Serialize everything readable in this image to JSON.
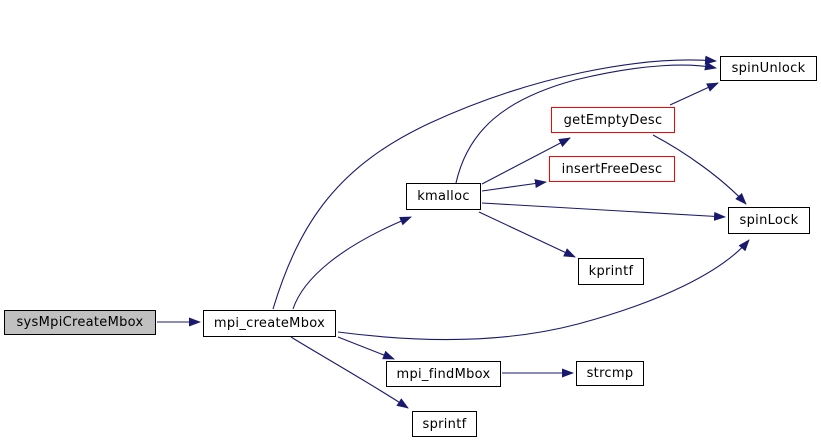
{
  "diagram": {
    "type": "call-graph",
    "background_color": "#ffffff",
    "edge_color": "#191970",
    "nodes": [
      {
        "id": "sysMpiCreateMbox",
        "label": "sysMpiCreateMbox",
        "fill": "#c0c0c0",
        "border": "#000000"
      },
      {
        "id": "mpi_createMbox",
        "label": "mpi_createMbox",
        "fill": "#ffffff",
        "border": "#000000"
      },
      {
        "id": "kmalloc",
        "label": "kmalloc",
        "fill": "#ffffff",
        "border": "#000000"
      },
      {
        "id": "getEmptyDesc",
        "label": "getEmptyDesc",
        "fill": "#ffffff",
        "border": "#ff0000"
      },
      {
        "id": "insertFreeDesc",
        "label": "insertFreeDesc",
        "fill": "#ffffff",
        "border": "#ff0000"
      },
      {
        "id": "spinUnlock",
        "label": "spinUnlock",
        "fill": "#ffffff",
        "border": "#000000"
      },
      {
        "id": "spinLock",
        "label": "spinLock",
        "fill": "#ffffff",
        "border": "#000000"
      },
      {
        "id": "kprintf",
        "label": "kprintf",
        "fill": "#ffffff",
        "border": "#000000"
      },
      {
        "id": "mpi_findMbox",
        "label": "mpi_findMbox",
        "fill": "#ffffff",
        "border": "#000000"
      },
      {
        "id": "strcmp",
        "label": "strcmp",
        "fill": "#ffffff",
        "border": "#000000"
      },
      {
        "id": "sprintf",
        "label": "sprintf",
        "fill": "#ffffff",
        "border": "#000000"
      }
    ],
    "edges": [
      {
        "from": "sysMpiCreateMbox",
        "to": "mpi_createMbox"
      },
      {
        "from": "mpi_createMbox",
        "to": "kmalloc"
      },
      {
        "from": "mpi_createMbox",
        "to": "spinUnlock"
      },
      {
        "from": "mpi_createMbox",
        "to": "spinLock"
      },
      {
        "from": "mpi_createMbox",
        "to": "mpi_findMbox"
      },
      {
        "from": "mpi_createMbox",
        "to": "sprintf"
      },
      {
        "from": "kmalloc",
        "to": "getEmptyDesc"
      },
      {
        "from": "kmalloc",
        "to": "insertFreeDesc"
      },
      {
        "from": "kmalloc",
        "to": "spinUnlock"
      },
      {
        "from": "kmalloc",
        "to": "spinLock"
      },
      {
        "from": "kmalloc",
        "to": "kprintf"
      },
      {
        "from": "getEmptyDesc",
        "to": "spinUnlock"
      },
      {
        "from": "getEmptyDesc",
        "to": "spinLock"
      },
      {
        "from": "mpi_findMbox",
        "to": "strcmp"
      }
    ]
  }
}
